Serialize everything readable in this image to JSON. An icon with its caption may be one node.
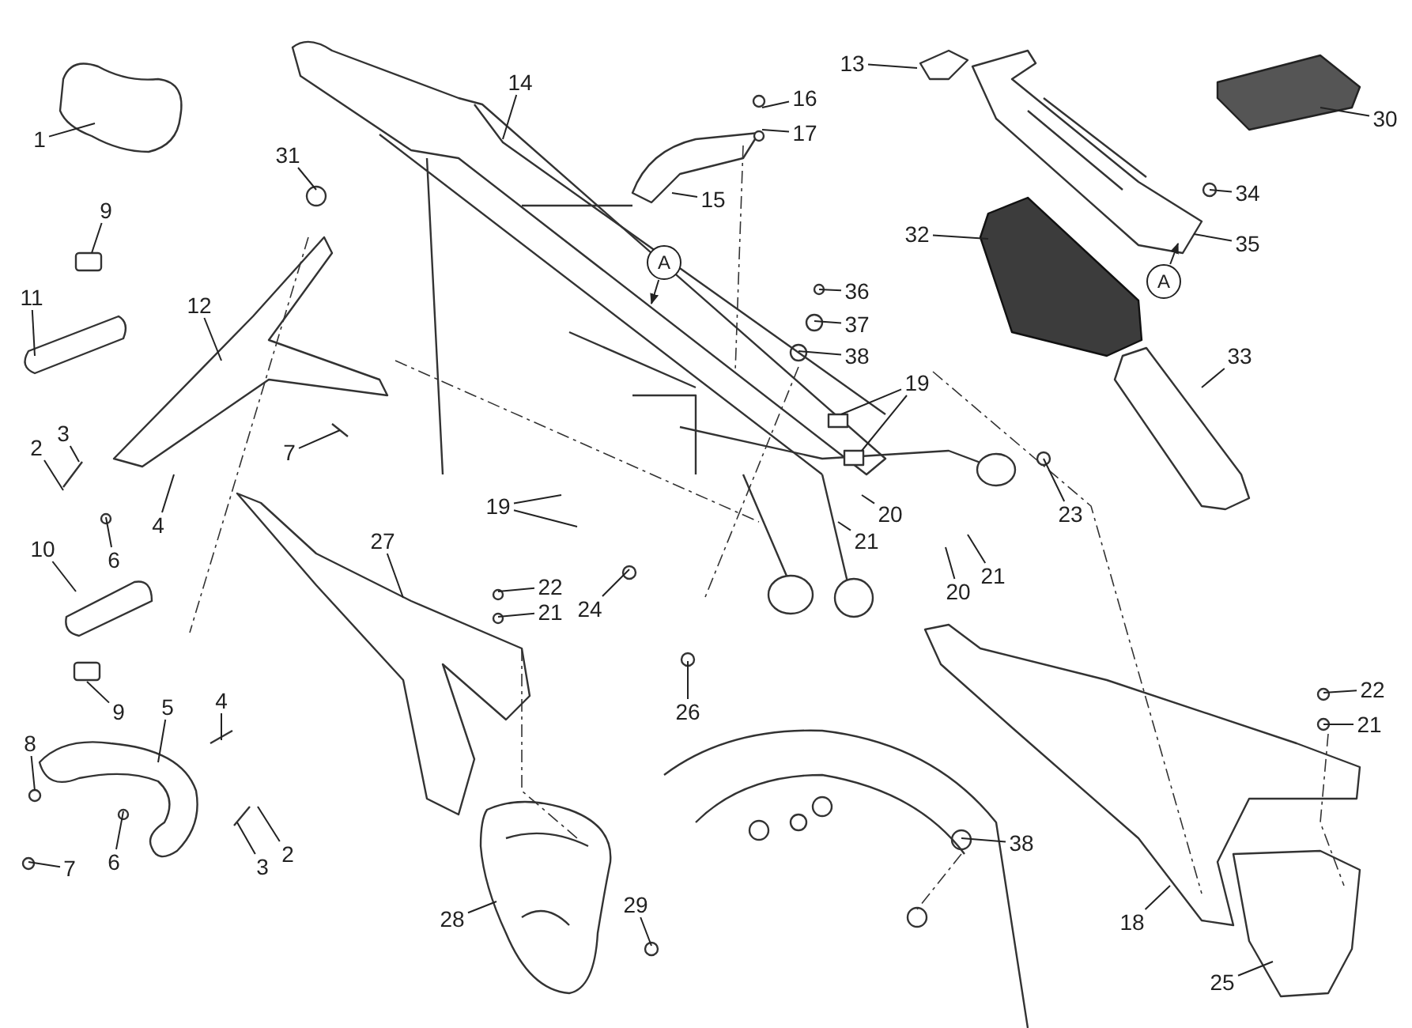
{
  "diagram": {
    "nodes": [
      {
        "text": [
          "1"
        ]
      },
      {
        "text": [
          "9"
        ]
      },
      {
        "text": [
          "11"
        ]
      },
      {
        "text": [
          "12"
        ]
      },
      {
        "text": [
          "2"
        ]
      },
      {
        "text": [
          "3"
        ]
      },
      {
        "text": [
          "4"
        ]
      },
      {
        "text": [
          "6"
        ]
      },
      {
        "text": [
          "7"
        ]
      },
      {
        "text": [
          "14"
        ]
      },
      {
        "text": [
          "31"
        ]
      },
      {
        "text": [
          "13"
        ]
      },
      {
        "text": [
          "16"
        ]
      },
      {
        "text": [
          "17"
        ]
      },
      {
        "text": [
          "15"
        ]
      },
      {
        "text": [
          "30"
        ]
      },
      {
        "text": [
          "34"
        ]
      },
      {
        "text": [
          "35"
        ]
      },
      {
        "text": [
          "32"
        ]
      },
      {
        "text": [
          "A"
        ]
      },
      {
        "text": [
          "A"
        ]
      },
      {
        "text": [
          "36"
        ]
      },
      {
        "text": [
          "37"
        ]
      },
      {
        "text": [
          "38"
        ]
      },
      {
        "text": [
          "19"
        ]
      },
      {
        "text": [
          "33"
        ]
      },
      {
        "text": [
          "23"
        ]
      },
      {
        "text": [
          "20"
        ]
      },
      {
        "text": [
          "21"
        ]
      },
      {
        "text": [
          "21"
        ]
      },
      {
        "text": [
          "20"
        ]
      },
      {
        "text": [
          "19"
        ]
      },
      {
        "text": [
          "27"
        ]
      },
      {
        "text": [
          "22"
        ]
      },
      {
        "text": [
          "21"
        ]
      },
      {
        "text": [
          "24"
        ]
      },
      {
        "text": [
          "10"
        ]
      },
      {
        "text": [
          "9"
        ]
      },
      {
        "text": [
          "5"
        ]
      },
      {
        "text": [
          "4"
        ]
      },
      {
        "text": [
          "8"
        ]
      },
      {
        "text": [
          "7"
        ]
      },
      {
        "text": [
          "6"
        ]
      },
      {
        "text": [
          "3"
        ]
      },
      {
        "text": [
          "2"
        ]
      },
      {
        "text": [
          "26"
        ]
      },
      {
        "text": [
          "28"
        ]
      },
      {
        "text": [
          "29"
        ]
      },
      {
        "text": [
          "38"
        ]
      },
      {
        "text": [
          "18"
        ]
      },
      {
        "text": [
          "22"
        ]
      },
      {
        "text": [
          "21"
        ]
      },
      {
        "text": [
          "25"
        ]
      }
    ],
    "edges": [
      {
        "from": 0,
        "to": null,
        "arrow": "none"
      },
      {
        "from": 1,
        "to": null,
        "arrow": "none"
      },
      {
        "from": 2,
        "to": null,
        "arrow": "none"
      },
      {
        "from": 3,
        "to": null,
        "arrow": "none"
      },
      {
        "from": 4,
        "to": null,
        "arrow": "none"
      },
      {
        "from": 5,
        "to": null,
        "arrow": "none"
      },
      {
        "from": 6,
        "to": null,
        "arrow": "none"
      },
      {
        "from": 7,
        "to": null,
        "arrow": "none"
      },
      {
        "from": 8,
        "to": null,
        "arrow": "none"
      },
      {
        "from": 9,
        "to": null,
        "arrow": "none"
      },
      {
        "from": 10,
        "to": null,
        "arrow": "none"
      },
      {
        "from": 11,
        "to": null,
        "arrow": "none"
      },
      {
        "from": 12,
        "to": null,
        "arrow": "none"
      },
      {
        "from": 13,
        "to": null,
        "arrow": "none"
      },
      {
        "from": 14,
        "to": null,
        "arrow": "none"
      },
      {
        "from": 15,
        "to": null,
        "arrow": "none"
      },
      {
        "from": 16,
        "to": null,
        "arrow": "none"
      },
      {
        "from": 17,
        "to": null,
        "arrow": "none"
      },
      {
        "from": 18,
        "to": null,
        "arrow": "none"
      },
      {
        "from": 19,
        "to": null,
        "arrow": "to"
      },
      {
        "from": 20,
        "to": null,
        "arrow": "to"
      },
      {
        "from": 21,
        "to": null,
        "arrow": "none"
      },
      {
        "from": 22,
        "to": null,
        "arrow": "none"
      },
      {
        "from": 23,
        "to": null,
        "arrow": "none"
      },
      {
        "from": 24,
        "to": null,
        "arrow": "none"
      },
      {
        "from": 24,
        "to": null,
        "arrow": "none"
      },
      {
        "from": 25,
        "to": null,
        "arrow": "none"
      },
      {
        "from": 26,
        "to": null,
        "arrow": "none"
      },
      {
        "from": 27,
        "to": null,
        "arrow": "none"
      },
      {
        "from": 28,
        "to": null,
        "arrow": "none"
      },
      {
        "from": 29,
        "to": null,
        "arrow": "none"
      },
      {
        "from": 30,
        "to": null,
        "arrow": "none"
      },
      {
        "from": 31,
        "to": null,
        "arrow": "none"
      },
      {
        "from": 31,
        "to": null,
        "arrow": "none"
      },
      {
        "from": 32,
        "to": null,
        "arrow": "none"
      },
      {
        "from": 33,
        "to": null,
        "arrow": "none"
      },
      {
        "from": 34,
        "to": null,
        "arrow": "none"
      },
      {
        "from": 35,
        "to": null,
        "arrow": "none"
      },
      {
        "from": 36,
        "to": null,
        "arrow": "none"
      },
      {
        "from": 37,
        "to": null,
        "arrow": "none"
      },
      {
        "from": 38,
        "to": null,
        "arrow": "none"
      },
      {
        "from": 39,
        "to": null,
        "arrow": "none"
      },
      {
        "from": 40,
        "to": null,
        "arrow": "none"
      },
      {
        "from": 41,
        "to": null,
        "arrow": "none"
      },
      {
        "from": 42,
        "to": null,
        "arrow": "none"
      },
      {
        "from": 43,
        "to": null,
        "arrow": "none"
      },
      {
        "from": 44,
        "to": null,
        "arrow": "none"
      },
      {
        "from": 45,
        "to": null,
        "arrow": "none"
      },
      {
        "from": 46,
        "to": null,
        "arrow": "none"
      },
      {
        "from": 47,
        "to": null,
        "arrow": "none"
      },
      {
        "from": 48,
        "to": null,
        "arrow": "none"
      },
      {
        "from": 49,
        "to": null,
        "arrow": "none"
      },
      {
        "from": 50,
        "to": null,
        "arrow": "none"
      },
      {
        "from": 51,
        "to": null,
        "arrow": "none"
      },
      {
        "from": 52,
        "to": null,
        "arrow": "none"
      }
    ]
  }
}
